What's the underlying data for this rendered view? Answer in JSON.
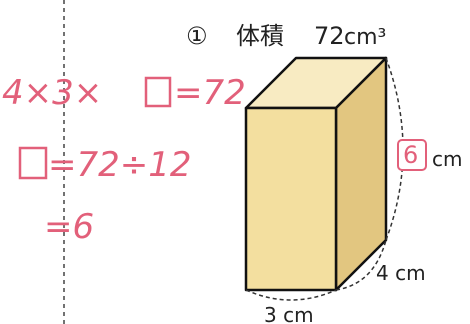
{
  "problem": {
    "number": "①",
    "label": "体積",
    "volume_value": "72",
    "volume_unit": "cm³"
  },
  "dimensions": {
    "width": "3 cm",
    "depth": "4 cm",
    "height_answer": "6",
    "height_unit": "cm"
  },
  "handwritten": {
    "line1_prefix": "4×3×",
    "line1_suffix": "=72",
    "line2_suffix": "=72÷12",
    "line3": "=6"
  },
  "colors": {
    "box_front": "#f3df9f",
    "box_side": "#e2c680",
    "box_top": "#f8ebc2",
    "handwriting": "#e2607a"
  }
}
